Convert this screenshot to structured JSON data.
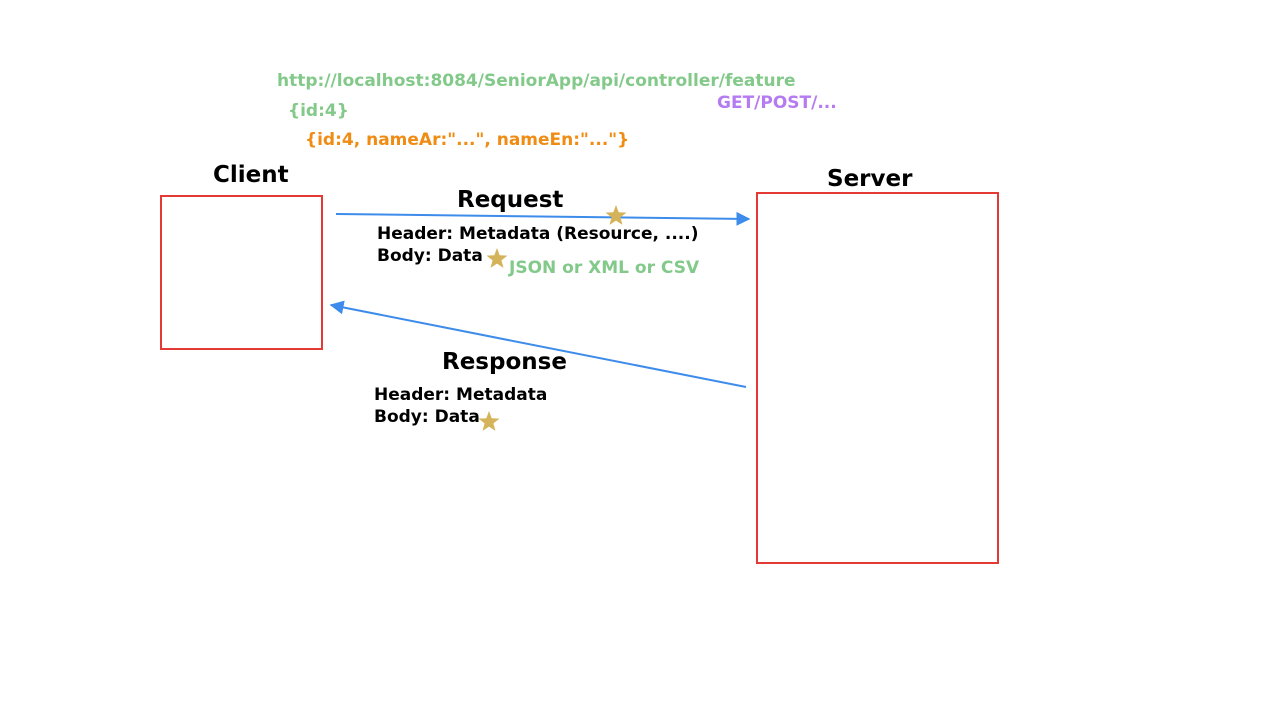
{
  "url": "http://localhost:8084/SeniorApp/api/controller/feature",
  "methods": "GET/POST/...",
  "request_payload": "{id:4}",
  "response_payload": "{id:4, nameAr:\"...\", nameEn:\"...\"}",
  "client": {
    "label": "Client"
  },
  "server": {
    "label": "Server"
  },
  "request": {
    "label": "Request",
    "header": "Header: Metadata (Resource, ....)",
    "body": "Body: Data",
    "formats": "JSON or XML or CSV"
  },
  "response": {
    "label": "Response",
    "header": "Header: Metadata",
    "body": "Body: Data"
  },
  "colors": {
    "box_border": "#e53935",
    "arrow": "#3d8bea",
    "star": "#d4b35a",
    "url_green": "#82c98a",
    "method_purple": "#b57bf0",
    "payload_orange": "#f08c14"
  }
}
